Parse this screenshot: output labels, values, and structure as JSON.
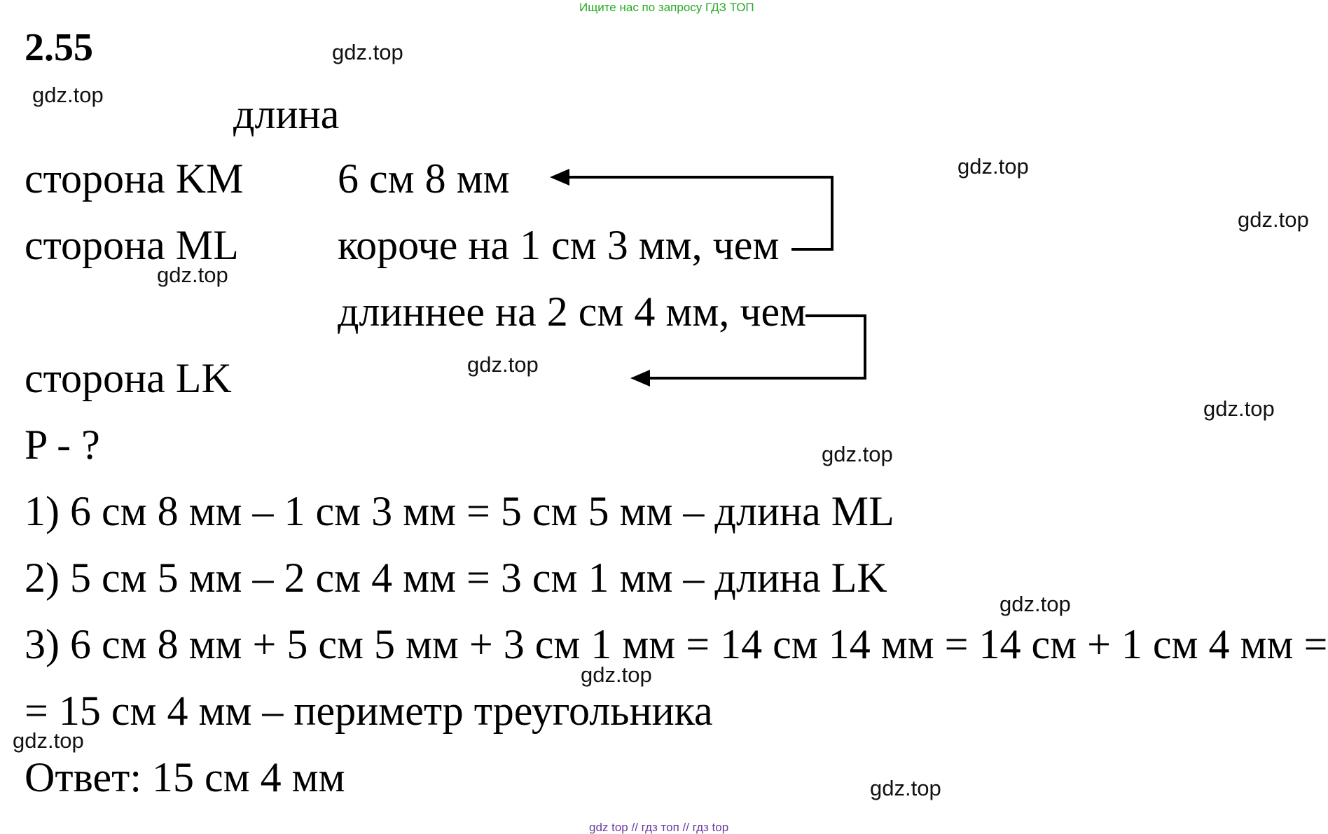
{
  "banner": "Ищите нас по запросу ГДЗ ТОП",
  "task_number": "2.55",
  "header_length": "длина",
  "given": {
    "km_label": "сторона KM",
    "km_value": "6 см 8 мм",
    "ml_label": "сторона ML",
    "ml_value": "короче на 1 см 3 мм, чем",
    "lk_relation": "длиннее на 2 см 4 мм, чем",
    "lk_label": "сторона LK",
    "question": "P - ?"
  },
  "solution": {
    "step1": "1) 6 см 8 мм – 1 см 3 мм = 5 см 5 мм – длина ML",
    "step2": "2) 5 см 5 мм – 2 см 4 мм = 3 см 1 мм – длина LK",
    "step3_line1": "3) 6 см 8 мм + 5 см 5 мм + 3 см 1 мм = 14 см 14 мм = 14 см + 1 см 4 мм =",
    "step3_line2": "= 15 см 4 мм – периметр треугольника",
    "answer": "Ответ: 15 см 4 мм"
  },
  "watermarks": [
    "gdz.top",
    "gdz.top",
    "gdz.top",
    "gdz.top",
    "gdz.top",
    "gdz.top",
    "gdz.top",
    "gdz.top",
    "gdz.top",
    "gdz.top",
    "gdz.top",
    "gdz.top"
  ],
  "footer": "gdz top  //  гдз топ  //  гдз top"
}
